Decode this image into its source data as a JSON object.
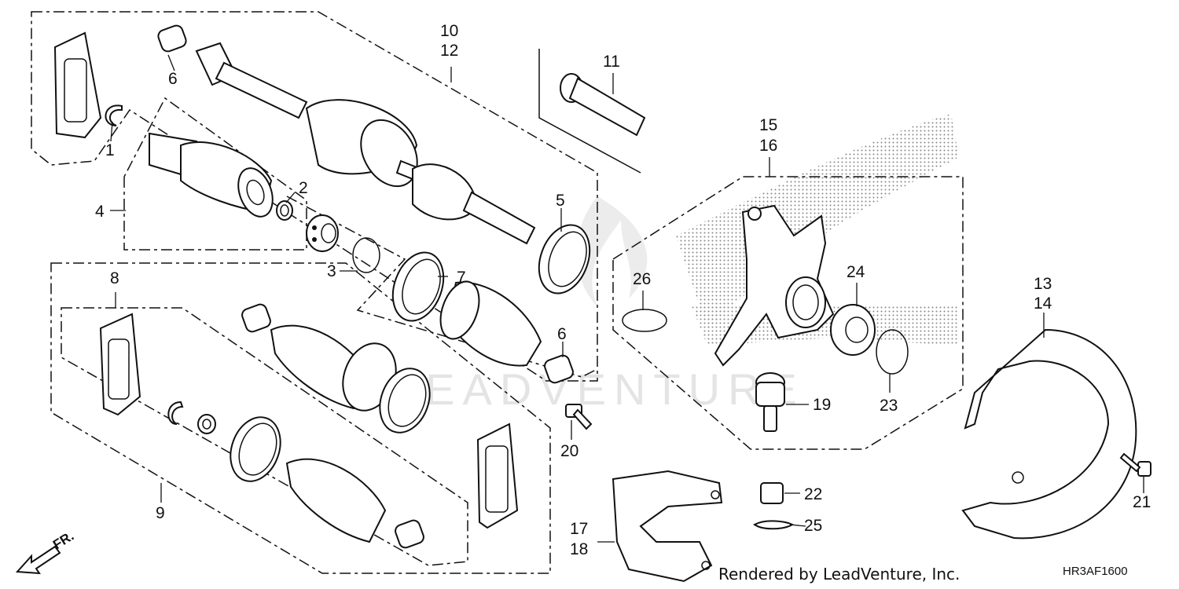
{
  "callouts": {
    "c1": "1",
    "c2": "2",
    "c3": "3",
    "c4": "4",
    "c5": "5",
    "c6a": "6",
    "c6b": "6",
    "c7": "7",
    "c8": "8",
    "c9": "9",
    "c10": "10",
    "c12": "12",
    "c11": "11",
    "c13": "13",
    "c14": "14",
    "c15": "15",
    "c16": "16",
    "c17": "17",
    "c18": "18",
    "c19": "19",
    "c20": "20",
    "c21": "21",
    "c22": "22",
    "c23": "23",
    "c24": "24",
    "c25": "25",
    "c26": "26"
  },
  "direction_label": "FR.",
  "watermark": "LEADVENTURE",
  "footer": {
    "rendered_by": "Rendered by LeadVenture, Inc.",
    "diagram_code": "HR3AF1600"
  },
  "colors": {
    "line": "#111111",
    "halftone": "#888888",
    "watermark": "#e4e4e4"
  }
}
